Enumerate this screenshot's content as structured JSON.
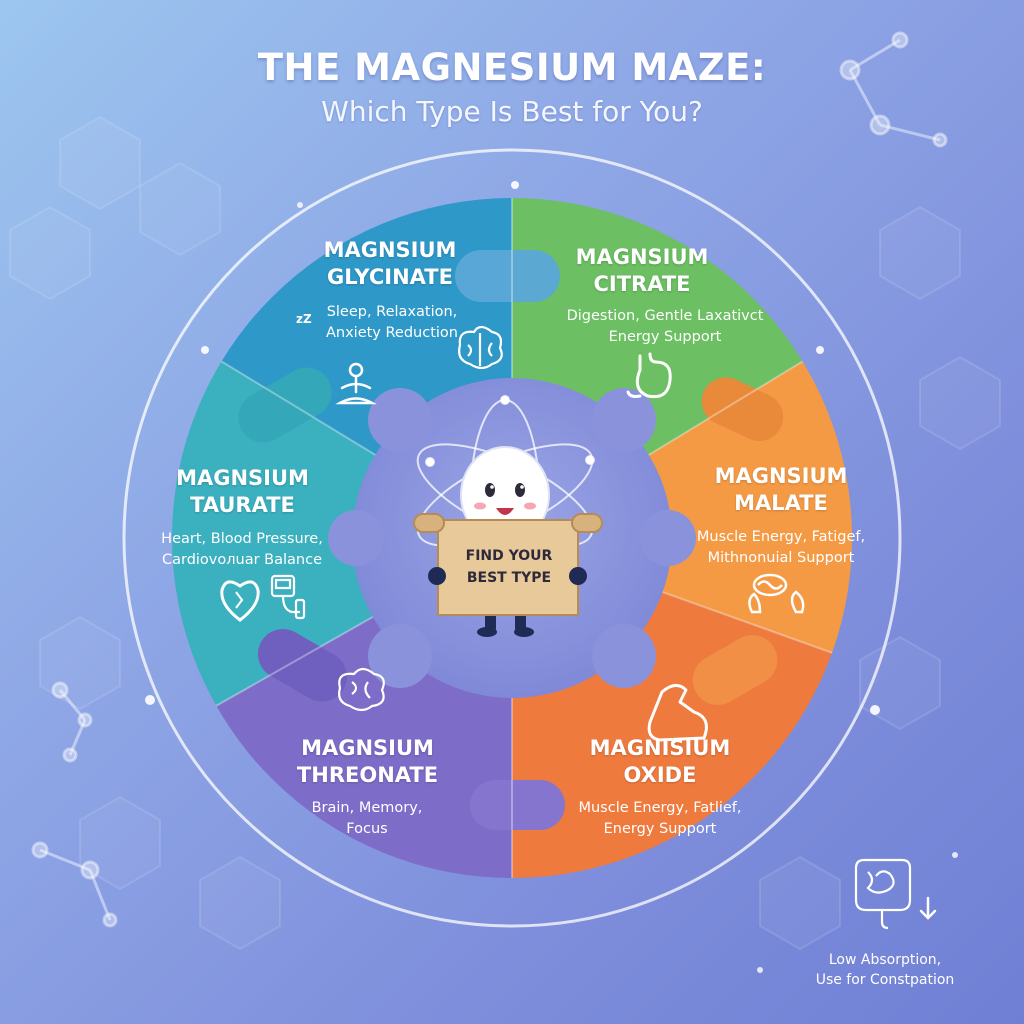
{
  "header": {
    "title": "THE MAGNESIUM MAZE:",
    "subtitle": "Which Type Is Best for You?"
  },
  "segments": [
    {
      "title_line1": "MAGNSIUM",
      "title_line2": "GLYCINATE",
      "desc_line1": "Sleep, Relaxation,",
      "desc_line2": "Anxiety Reduction",
      "color": "#2e98c9",
      "icons": [
        "moon-zzz-icon",
        "meditation-icon",
        "brain-icon"
      ]
    },
    {
      "title_line1": "MAGNSIUM",
      "title_line2": "CITRATE",
      "desc_line1": "Digestion, Gentle Laxativct",
      "desc_line2": "Energy Support",
      "color": "#6cbf62",
      "icons": [
        "stomach-icon"
      ]
    },
    {
      "title_line1": "MAGNSIUM",
      "title_line2": "MALATE",
      "desc_line1": "Muscle Energy, Fatigef,",
      "desc_line2": "Mithnonuial Support",
      "color": "#f49a45",
      "icons": [
        "mitochondria-icon"
      ]
    },
    {
      "title_line1": "MAGNISIUM",
      "title_line2": "OXIDE",
      "desc_line1": "Muscle Energy, Fatlief,",
      "desc_line2": "Energy Support",
      "color": "#ee7a3e",
      "icons": [
        "flexed-arm-icon"
      ]
    },
    {
      "title_line1": "MAGNSIUM",
      "title_line2": "THREONATE",
      "desc_line1": "Brain, Memory,",
      "desc_line2": "Focus",
      "color": "#7d6cc8",
      "icons": [
        "brain-icon"
      ]
    },
    {
      "title_line1": "MAGNSIUM",
      "title_line2": "TAURATE",
      "desc_line1": "Heart, Blood Pressure,",
      "desc_line2": "Cardiovoлuar Balance",
      "color": "#3bb0bf",
      "icons": [
        "heart-icon",
        "blood-pressure-monitor-icon"
      ]
    }
  ],
  "center": {
    "scroll_line1": "FIND YOUR",
    "scroll_line2": "BEST TYPE",
    "mascot": "magnesium-atom-mascot"
  },
  "note": {
    "line1": "Low Absorption,",
    "line2": "Use for Constpation",
    "icons": [
      "intestine-icon",
      "down-arrow-icon"
    ]
  }
}
